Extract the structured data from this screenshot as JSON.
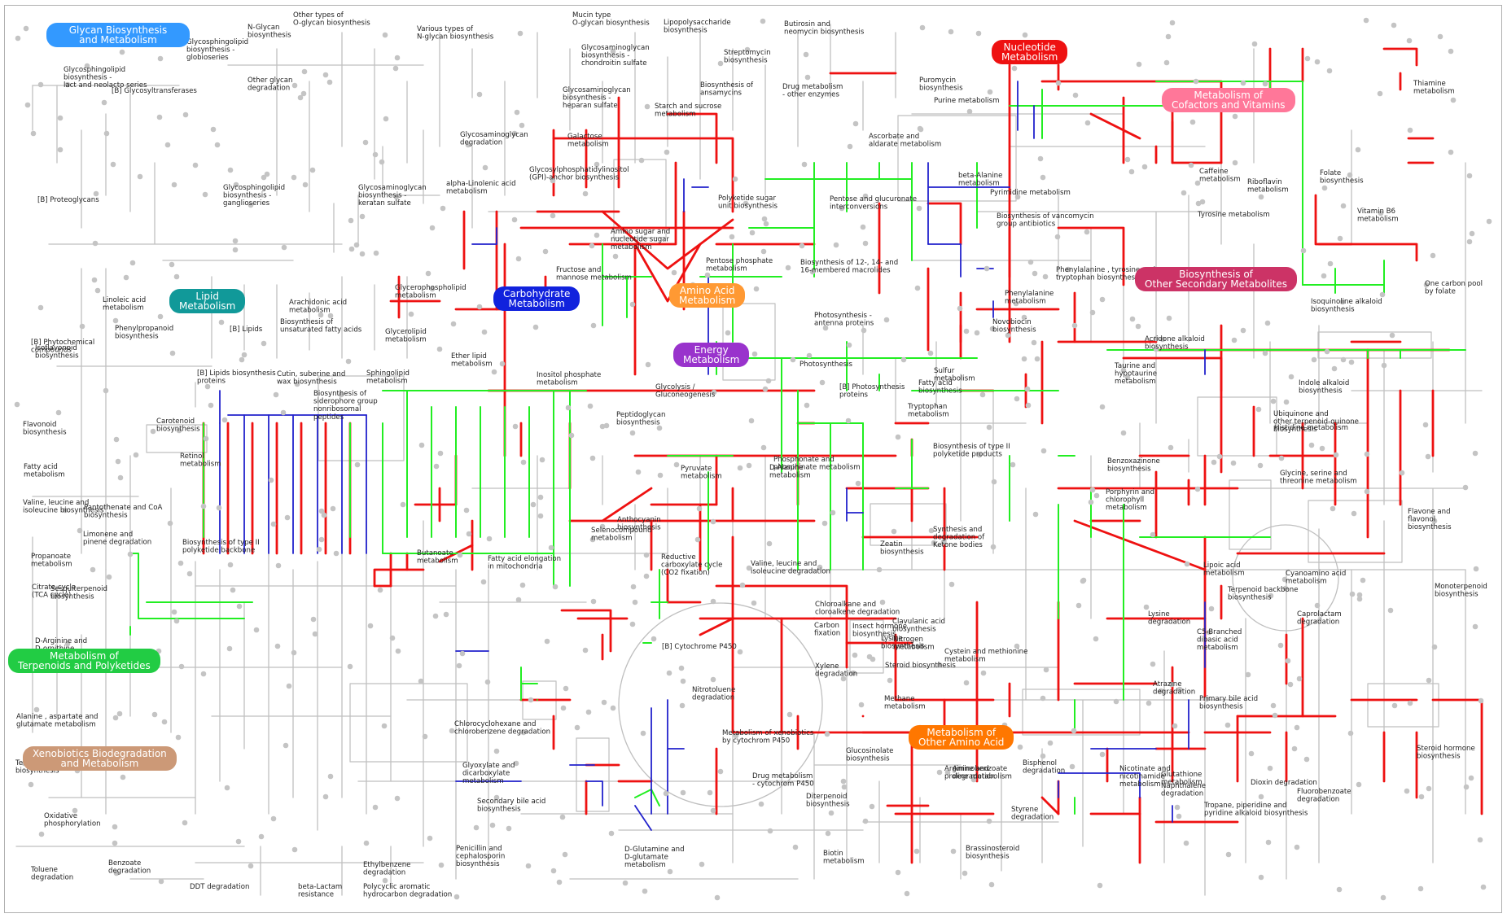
{
  "categories": [
    {
      "id": "glycan",
      "text": "Glycan Biosynthesis\nand Metabolism",
      "color": "#3399ff"
    },
    {
      "id": "nucleotide",
      "text": "Nucleotide\nMetabolism",
      "color": "#ee1111"
    },
    {
      "id": "cofactors",
      "text": "Metabolism of\nCofactors and Vitamins",
      "color": "#ff7799"
    },
    {
      "id": "secondary",
      "text": "Biosynthesis of\nOther Secondary Metabolites",
      "color": "#cc3366"
    },
    {
      "id": "lipid",
      "text": "Lipid\nMetabolism",
      "color": "#119999"
    },
    {
      "id": "carbohydrate",
      "text": "Carbohydrate\nMetabolism",
      "color": "#1122dd"
    },
    {
      "id": "aminoacid",
      "text": "Amino Acid\nMetabolism",
      "color": "#ff9933"
    },
    {
      "id": "energy",
      "text": "Energy\nMetabolism",
      "color": "#9933cc"
    },
    {
      "id": "terpenoids",
      "text": "Metabolism of\nTerpenoids and Polyketides",
      "color": "#22cc44"
    },
    {
      "id": "xenobiotics",
      "text": "Xenobiotics Biodegradation\nand Metabolism",
      "color": "#cc9977"
    },
    {
      "id": "otheraa",
      "text": "Metabolism of\nOther Amino Acid",
      "color": "#ff7700"
    }
  ],
  "pathway_labels": [
    "Other types of\nO-glycan biosynthesis",
    "N-Glycan\nbiosynthesis",
    "Various types of\nN-glycan biosynthesis",
    "Mucin type\nO-glycan biosynthesis",
    "Lipopolysaccharide\nbiosynthesis",
    "Butirosin and\nneomycin biosynthesis",
    "Glycosphingolipid\nbiosynthesis -\nglobioseries",
    "Other glycan\ndegradation",
    "Glycosaminoglycan\nbiosynthesis -\nchondroitin sulfate",
    "Streptomycin\nbiosynthesis",
    "Glycosphingolipid\nbiosynthesis -\nlact and neolacto series",
    "[B] Glycosyltransferases",
    "Biosynthesis of\nansamycins",
    "Glycosaminoglycan\nbiosynthesis -\nheparan sulfate",
    "Starch and sucrose\nmetabolism",
    "Puromycin\nbiosynthesis",
    "Purine metabolism",
    "Thiamine\nmetabolism",
    "Glycosaminoglycan\ndegradation",
    "Galactose\nmetabolism",
    "Ascorbate and\naldarate metabolism",
    "Glycosylphosphatidylinositol\n(GPI)-anchor biosynthesis",
    "beta-Alanine\nmetabolism",
    "Caffeine\nmetabolism",
    "Riboflavin\nmetabolism",
    "Folate\nbiosynthesis",
    "[B] Proteoglycans",
    "Glycosphingolipid\nbiosynthesis -\nganglioseries",
    "Glycosaminoglycan\nbiosynthesis -\nkeratan sulfate",
    "alpha-Linolenic acid\nmetabolism",
    "Polyketide sugar\nunit biosynthesis",
    "Pentose and glucuronate\ninterconversions",
    "Pyrimidine metabolism",
    "Vitamin B6\nmetabolism",
    "Amino sugar and\nnucleotide sugar\nmetabolism",
    "Biosynthesis of vancomycin\ngroup antibiotics",
    "Tyrosine metabolism",
    "Pentose phosphate\nmetabolism",
    "Biosynthesis of 12-, 14- and\n16-membered macrolides",
    "Fructose and\nmannose metabolism",
    "Phenylalanine , tyrosine and\ntryptophan biosynthesis",
    "One carbon pool\nby folate",
    "Linoleic acid\nmetabolism",
    "Glycerophospholipid\nmetabolism",
    "Arachidonic acid\nmetabolism",
    "Phenylalanine\nmetabolism",
    "Isoquinoline alkaloid\nbiosynthesis",
    "Phenylpropanoid\nbiosynthesis",
    "Biosynthesis of\nunsaturated fatty acids",
    "Glycerolipid\nmetabolism",
    "Photosynthesis -\nantenna proteins",
    "[B] Lipids",
    "Novobiocin\nbiosynthesis",
    "[B] Phytochemical\ncompounds",
    "Ether lipid\nmetabolism",
    "Acridone alkaloid\nbiosynthesis",
    "Photosynthesis",
    "Taurine and\nhypotaurine\nmetabolism",
    "Isoflavonoid\nbiosynthesis",
    "[B] Lipids biosynthesis\nproteins",
    "Cutin, suberine and\nwax biosynthesis",
    "Sphingolipid\nmetabolism",
    "Inositol phosphate\nmetabolism",
    "Sulfur\nmetabolism",
    "Indole alkaloid\nbiosynthesis",
    "Glycolysis /\nGluconeogenesis",
    "[B] Photosynthesis\nproteins",
    "Biosynthesis of\nsiderophore group\nnonribosomal\npeptides",
    "Fatty acid\nbiosynthesis",
    "Tryptophan\nmetabolism",
    "Flavonoid\nbiosynthesis",
    "Carotenoid\nbiosynthesis",
    "Peptidoglycan\nbiosynthesis",
    "Ubiquinone and\nother terpenoid-quinone\nbiosynthesis",
    "Fatty acid\nmetabolism",
    "Histidine metabolism",
    "Biosynthesis of type II\npolyketide products",
    "Phosphonate and\nphosphinate metabolism",
    "Retinol\nmetabolism",
    "Benzoxazinone\nbiosynthesis",
    "D-Alanine\nmetabolism",
    "Pyruvate\nmetabolism",
    "Glycine, serine and\nthreonine metabolism",
    "Valine, leucine and\nisoleucine biosynthesis",
    "Pantothenate and CoA\nbiosynthesis",
    "Flavone and\nflavonol\nbiosynthesis",
    "Anthocyanin\nbiosynthesis",
    "Synthesis and\ndegradation of\nKetone bodies",
    "Porphyrin and\nchlorophyll\nmetabolism",
    "Limonene and\npinene degradation",
    "Biosynthesis of type II\npolyketide backbone",
    "Selenocompound\nmetabolism",
    "Zeatin\nbiosynthesis",
    "Cyanoamino acid\nmetabolism",
    "Butanoate\nmetabolism",
    "Fatty acid elongation\nin mitochondria",
    "Monoterpenoid\nbiosynthesis",
    "Clavulanic acid\nbiosynthesis",
    "Propanoate\nmetabolism",
    "Lysine\ndegradation",
    "Sesquiterpenoid\nbiosynthesis",
    "Lipoic acid\nmetabolism",
    "Chloroalkane and\ncloroalkene degradation",
    "Reductive\ncarboxylate cycle\n(CO2 fixation)",
    "Valine, leucine and\nisoleucine degradation",
    "Terpenoid backbone\nbiosynthesis",
    "Caprolactam\ndegradation",
    "Carbon\nfixation",
    "C5-Branched\ndibasic acid\nmetabolism",
    "Lysine\nbiosynthesis",
    "Nitrogen\nmetabolism",
    "Steroid biosynthesis",
    "Cystein and methionine\nmetabolism",
    "Citrate cycle\n(TCA cycle)",
    "D-Arginine and\nD-ornithine\nmetabolism",
    "Insect hormone\nbiosynthesis",
    "Primary bile acid\nbiosynthesis",
    "Methane\nmetabolism",
    "Atrazine\ndegradation",
    "Alanine , aspartate and\nglutamate metabolism",
    "Glyoxylate and\ndicarboxylate\nmetabolism",
    "Steroid hormone\nbiosynthesis",
    "Tetracycline\nbiosynthesis",
    "Glucosinolate\nbiosynthesis",
    "Aminobenzoate\ndegradation",
    "Diterpenoid\nbiosynthesis",
    "Naphthalene\ndegradation",
    "Dioxin degradation",
    "Arginine and\nproline metabolism",
    "Nicotinate and\nnicotinamide\nmetabolism",
    "Chlorocyclohexane and\nchlorobenzene degradation",
    "Xylene\ndegradation",
    "Bisphenol\ndegradation",
    "Glutathione\nmetabolism",
    "Fluorobenzoate\ndegradation",
    "Styrene\ndegradation",
    "Tropane, piperidine and\npyridine alkaloid biosynthesis",
    "Oxidative\nphosphorylation",
    "Secondary bile acid\nbiosynthesis",
    "Penicillin and\ncephalosporin\nbiosynthesis",
    "D-Glutamine and\nD-glutamate\nmetabolism",
    "Biotin\nmetabolism",
    "Brassinosteroid\nbiosynthesis",
    "Benzoate\ndegradation",
    "Toluene\ndegradation",
    "Ethylbenzene\ndegradation",
    "DDT degradation",
    "beta-Lactam\nresistance",
    "Polycyclic aromatic\nhydrocarbon degradation",
    "[B] Cytochrome P450",
    "Nitrotoluene\ndegradation",
    "Metabolism of xenobiotics\nby cytochrom P450",
    "Drug metabolism\n- cytochrom P450",
    "Drug metabolism\n- other enzymes"
  ],
  "colors": {
    "red": "#ee1111",
    "green": "#22ee22",
    "blue": "#2222cc",
    "gray": "#bfbfbf",
    "node": "#c4c4c4"
  }
}
